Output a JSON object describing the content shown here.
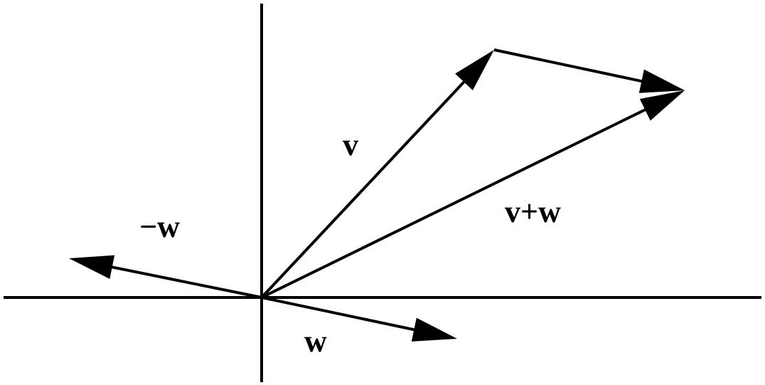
{
  "labels": {
    "v": "v",
    "w": "w",
    "neg_w": "−w",
    "v_plus_w": "v+w"
  }
}
